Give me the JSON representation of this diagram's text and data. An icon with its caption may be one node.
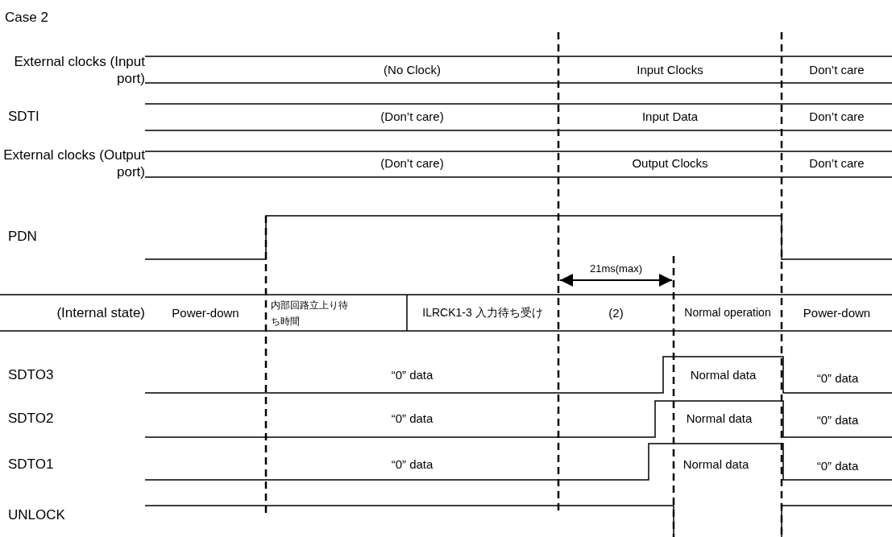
{
  "diagram": {
    "title": "Case 2",
    "labels": [
      "External clocks (Input port)",
      "(No Clock)",
      "Input Clocks",
      "Don’t care",
      "SDTI",
      "(Don’t care)",
      "Input Data",
      "Don’t care",
      "External clocks (Output port)",
      "(Don’t care)",
      "Output Clocks",
      "Don’t care",
      "PDN",
      "21ms(max)",
      "(Internal state)",
      "Power-down",
      "内部回路立上り待ち時間",
      "ILRCK1-3 入力待ち受け",
      "(2)",
      "Normal operation",
      "Power-down",
      "SDTO3",
      "“0” data",
      "Normal data",
      "“0” data",
      "SDTO2",
      "“0” data",
      "Normal data",
      "“0” data",
      "SDTO1",
      "“0” data",
      "Normal data",
      "“0” data",
      "UNLOCK"
    ]
  }
}
